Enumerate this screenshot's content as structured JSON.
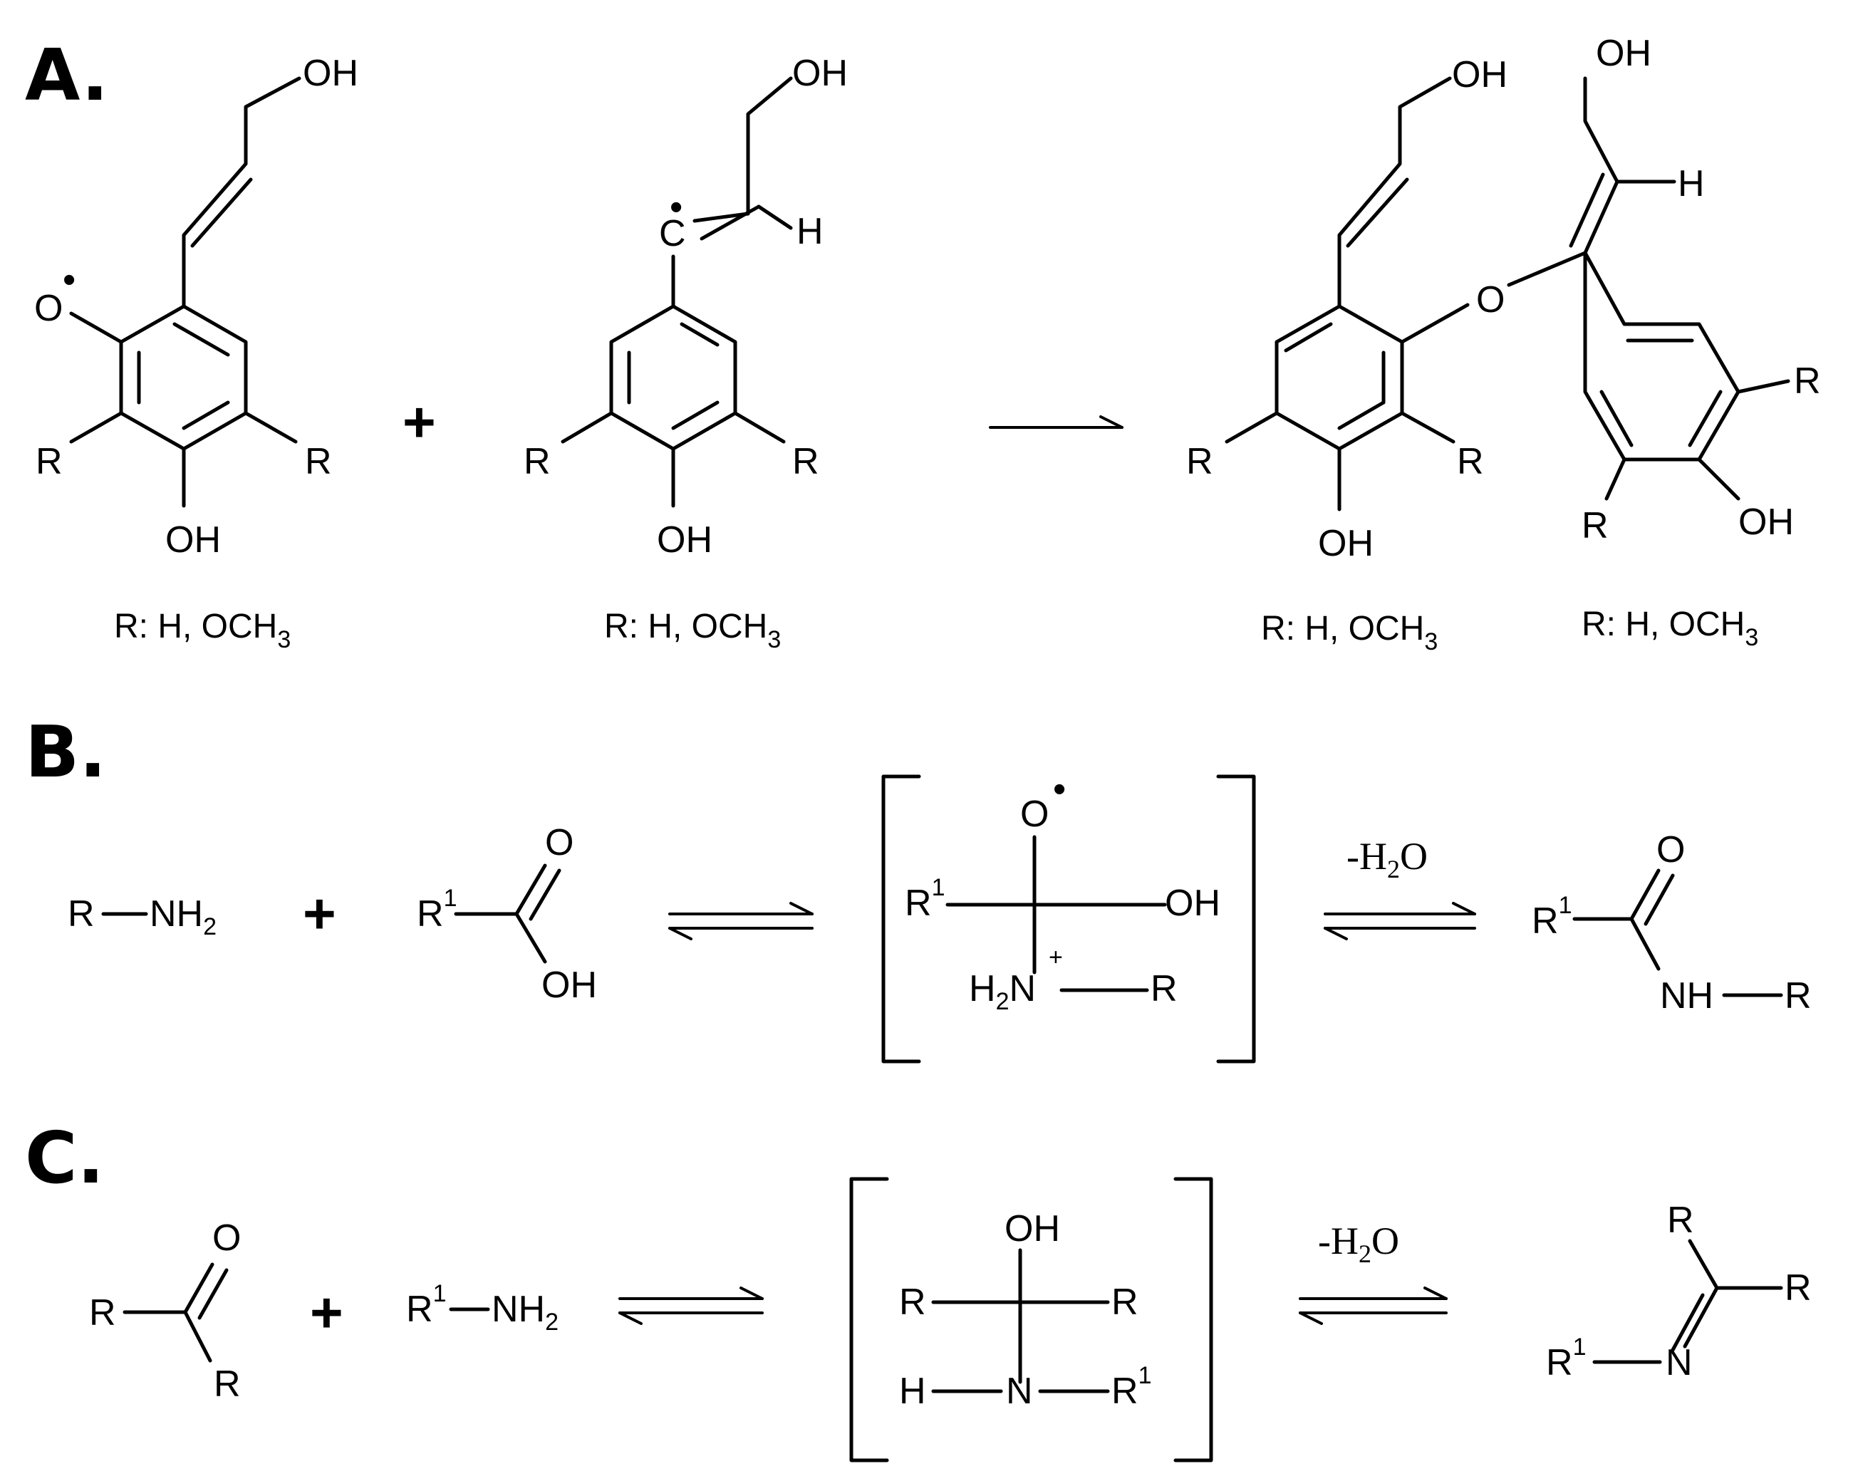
{
  "panels": {
    "a": "A.",
    "b": "B.",
    "c": "C."
  },
  "atoms": {
    "oh": "OH",
    "o": "O",
    "r": "R",
    "h": "H",
    "c": "C",
    "n": "N",
    "nh": "NH",
    "nh2": "NH",
    "h2n": "H",
    "sub2": "2",
    "sup1": "1",
    "plus_charge": "+",
    "radical_dot": "•"
  },
  "operators": {
    "plus": "+"
  },
  "substituent_note": {
    "text": "R: H, OCH",
    "subscript": "3"
  },
  "water_loss": {
    "prefix": "-H",
    "subscript": "2",
    "suffix": "O"
  }
}
